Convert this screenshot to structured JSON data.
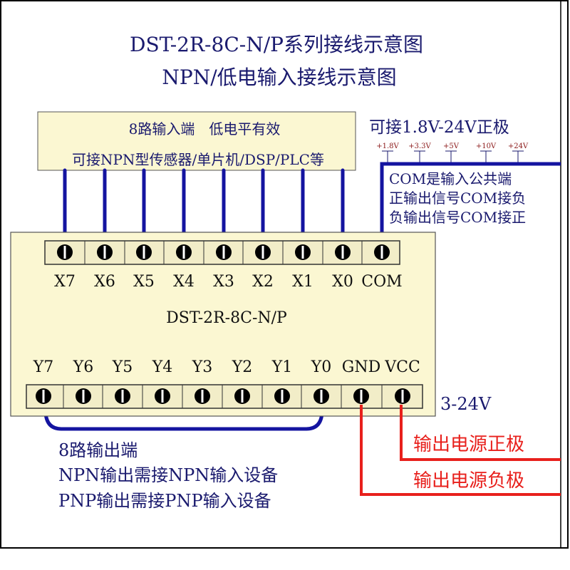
{
  "title": {
    "line1": "DST-2R-8C-N/P系列接线示意图",
    "line2": "NPN/低电输入接线示意图"
  },
  "input_box": {
    "line1": "8路输入端　低电平有效",
    "line2": "可接NPN型传感器/单片机/DSP/PLC等"
  },
  "com_note": {
    "header": "可接1.8V-24V正极",
    "voltages": [
      "+1.8V",
      "+3.3V",
      "+5V",
      "+10V",
      "+24V"
    ],
    "line1": "COM是输入公共端",
    "line2": "正输出信号COM接负",
    "line3": "负输出信号COM接正"
  },
  "module": {
    "name": "DST-2R-8C-N/P",
    "top_terminals": [
      "X7",
      "X6",
      "X5",
      "X4",
      "X3",
      "X2",
      "X1",
      "X0",
      "COM"
    ],
    "bottom_terminals": [
      "Y7",
      "Y6",
      "Y5",
      "Y4",
      "Y3",
      "Y2",
      "Y1",
      "Y0",
      "GND",
      "VCC"
    ]
  },
  "supply_range": "3-24V",
  "output_note": {
    "line1": "8路输出端",
    "line2": "NPN输出需接NPN输入设备",
    "line3": "PNP输出需接PNP输入设备"
  },
  "power": {
    "positive": "输出电源正极",
    "negative": "输出电源负极"
  },
  "colors": {
    "wire_blue": "#1414a0",
    "wire_red": "#e8201c",
    "box_fill": "#fbf7d2",
    "terminal_block": "#f2edc8"
  }
}
